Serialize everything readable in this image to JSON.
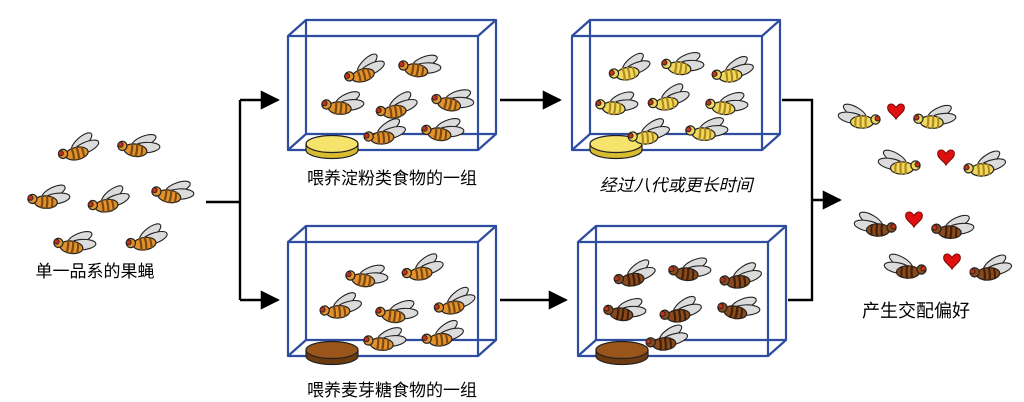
{
  "diagram": {
    "labels": {
      "source": "单一品系的果蝇",
      "starch_group": "喂养淀粉类食物的一组",
      "maltose_group": "喂养麦芽糖食物的一组",
      "generations": "经过八代或更长时间",
      "result": "产生交配偏好"
    },
    "icons": {
      "fly": "fly-icon",
      "heart": "♥",
      "cage": "wireframe-box",
      "food_disc": "food-disc"
    },
    "groups": {
      "source": {
        "fly_color": "orange",
        "fly_count": 7
      },
      "starch_initial": {
        "fly_color": "orange",
        "fly_count": 7,
        "food": "starch"
      },
      "maltose_initial": {
        "fly_color": "orange",
        "fly_count": 7,
        "food": "maltose"
      },
      "starch_after": {
        "fly_color": "yellow",
        "fly_count": 8,
        "food": "starch"
      },
      "maltose_after": {
        "fly_color": "brown",
        "fly_count": 7,
        "food": "maltose"
      },
      "mating_pairs": [
        {
          "color": "yellow"
        },
        {
          "color": "yellow"
        },
        {
          "color": "brown"
        },
        {
          "color": "brown"
        }
      ]
    },
    "colors": {
      "box-stroke": "#2F4DA0",
      "fly-orange": "#E2912C",
      "fly-orange-stripe": "#7A4A10",
      "fly-yellow": "#EFD95C",
      "fly-yellow-stripe": "#B08820",
      "fly-brown": "#8A4A1C",
      "fly-brown-stripe": "#3F2008",
      "starch-food": "#F6E36B",
      "starch-food-side": "#D8BC30",
      "maltose-food": "#9A551B",
      "maltose-food-side": "#6E3A10",
      "heart": "#E01010",
      "arrow": "#000000",
      "wing": "#DCDCDC",
      "eye": "#C43018"
    }
  }
}
